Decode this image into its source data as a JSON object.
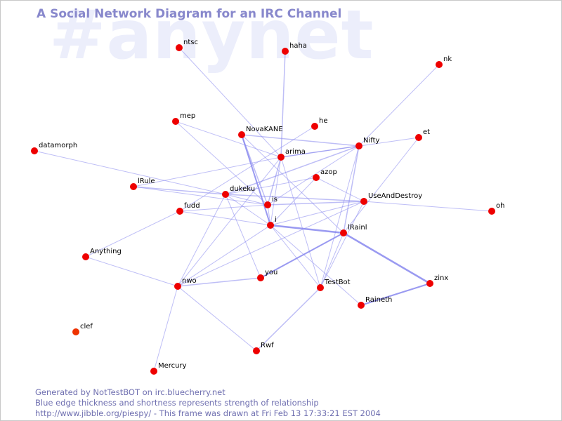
{
  "watermark": "#anynet",
  "title": "A Social Network Diagram for an IRC Channel",
  "footer": {
    "line1": "Generated by NotTestBOT on irc.bluecherry.net",
    "line2": "Blue edge thickness and shortness represents strength of relationship",
    "line3": "http://www.jibble.org/piespy/ - This frame was drawn at Fri Feb 13 17:33:21 EST 2004"
  },
  "colors": {
    "node": "#ee0000",
    "node_alt": "#ee3300",
    "edge": "#8888ee",
    "title": "#8888cc",
    "watermark": "#eceefb"
  },
  "nodes": [
    "ntsc",
    "haha",
    "nk",
    "mep",
    "NovaKANE",
    "he",
    "et",
    "datamorph",
    "arima",
    "Nifty",
    "azop",
    "lRule",
    "dukeku",
    "is",
    "UseAndDestroy",
    "oh",
    "fudd",
    "i",
    "lRainl",
    "Anything",
    "you",
    "nwo",
    "TestBot",
    "zinx",
    "Raineth",
    "clef",
    "Rwf",
    "Mercury"
  ],
  "edges": [
    {
      "source": "ntsc",
      "target": "arima",
      "weight": 1
    },
    {
      "source": "haha",
      "target": "arima",
      "weight": 1.5
    },
    {
      "source": "nk",
      "target": "Nifty",
      "weight": 1
    },
    {
      "source": "mep",
      "target": "arima",
      "weight": 1
    },
    {
      "source": "mep",
      "target": "is",
      "weight": 1
    },
    {
      "source": "NovaKANE",
      "target": "Nifty",
      "weight": 1.5
    },
    {
      "source": "NovaKANE",
      "target": "i",
      "weight": 2
    },
    {
      "source": "NovaKANE",
      "target": "is",
      "weight": 1.5
    },
    {
      "source": "NovaKANE",
      "target": "lRainl",
      "weight": 1
    },
    {
      "source": "he",
      "target": "fudd",
      "weight": 1
    },
    {
      "source": "et",
      "target": "arima",
      "weight": 1
    },
    {
      "source": "et",
      "target": "lRainl",
      "weight": 1
    },
    {
      "source": "datamorph",
      "target": "dukeku",
      "weight": 1
    },
    {
      "source": "arima",
      "target": "Nifty",
      "weight": 1.5
    },
    {
      "source": "arima",
      "target": "is",
      "weight": 1.5
    },
    {
      "source": "arima",
      "target": "i",
      "weight": 1
    },
    {
      "source": "arima",
      "target": "TestBot",
      "weight": 1
    },
    {
      "source": "arima",
      "target": "lRule",
      "weight": 1
    },
    {
      "source": "arima",
      "target": "nwo",
      "weight": 1
    },
    {
      "source": "Nifty",
      "target": "is",
      "weight": 1
    },
    {
      "source": "Nifty",
      "target": "lRainl",
      "weight": 1.5
    },
    {
      "source": "Nifty",
      "target": "dukeku",
      "weight": 1.5
    },
    {
      "source": "Nifty",
      "target": "TestBot",
      "weight": 1
    },
    {
      "source": "azop",
      "target": "dukeku",
      "weight": 1
    },
    {
      "source": "azop",
      "target": "UseAndDestroy",
      "weight": 1
    },
    {
      "source": "azop",
      "target": "i",
      "weight": 1
    },
    {
      "source": "lRule",
      "target": "dukeku",
      "weight": 1.5
    },
    {
      "source": "lRule",
      "target": "is",
      "weight": 1
    },
    {
      "source": "dukeku",
      "target": "UseAndDestroy",
      "weight": 1.5
    },
    {
      "source": "dukeku",
      "target": "is",
      "weight": 1
    },
    {
      "source": "dukeku",
      "target": "i",
      "weight": 1
    },
    {
      "source": "dukeku",
      "target": "you",
      "weight": 1
    },
    {
      "source": "dukeku",
      "target": "nwo",
      "weight": 1
    },
    {
      "source": "is",
      "target": "UseAndDestroy",
      "weight": 1.5
    },
    {
      "source": "is",
      "target": "fudd",
      "weight": 1
    },
    {
      "source": "is",
      "target": "i",
      "weight": 1
    },
    {
      "source": "UseAndDestroy",
      "target": "oh",
      "weight": 1
    },
    {
      "source": "UseAndDestroy",
      "target": "i",
      "weight": 1
    },
    {
      "source": "UseAndDestroy",
      "target": "TestBot",
      "weight": 1
    },
    {
      "source": "UseAndDestroy",
      "target": "nwo",
      "weight": 1
    },
    {
      "source": "fudd",
      "target": "i",
      "weight": 1
    },
    {
      "source": "fudd",
      "target": "Anything",
      "weight": 1
    },
    {
      "source": "i",
      "target": "lRainl",
      "weight": 2.5
    },
    {
      "source": "i",
      "target": "Raineth",
      "weight": 1
    },
    {
      "source": "i",
      "target": "TestBot",
      "weight": 1
    },
    {
      "source": "i",
      "target": "nwo",
      "weight": 1
    },
    {
      "source": "lRainl",
      "target": "zinx",
      "weight": 2.5
    },
    {
      "source": "lRainl",
      "target": "you",
      "weight": 2
    },
    {
      "source": "lRainl",
      "target": "TestBot",
      "weight": 1
    },
    {
      "source": "Anything",
      "target": "nwo",
      "weight": 1
    },
    {
      "source": "nwo",
      "target": "you",
      "weight": 1.5
    },
    {
      "source": "nwo",
      "target": "Rwf",
      "weight": 1
    },
    {
      "source": "nwo",
      "target": "Mercury",
      "weight": 1
    },
    {
      "source": "TestBot",
      "target": "Rwf",
      "weight": 1.5
    },
    {
      "source": "zinx",
      "target": "Raineth",
      "weight": 2
    }
  ]
}
